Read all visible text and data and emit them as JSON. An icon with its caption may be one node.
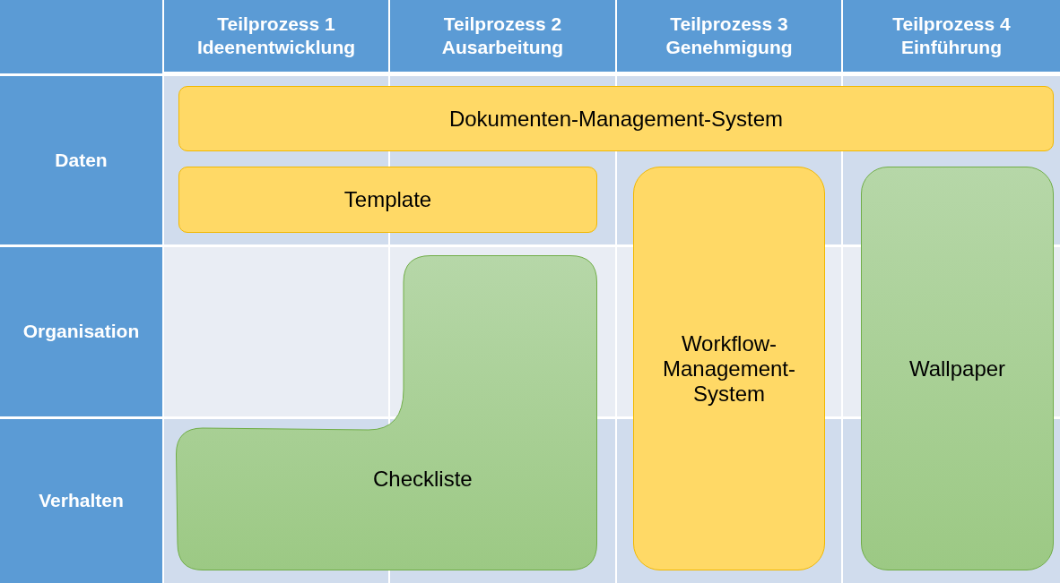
{
  "diagram": {
    "nodes": [
      {
        "text": [
          "Teilprozess 1 Ideenentwicklung"
        ]
      },
      {
        "text": [
          "Teilprozess 2 Ausarbeitung"
        ]
      },
      {
        "text": [
          "Teilprozess 3 Genehmigung"
        ]
      },
      {
        "text": [
          "Teilprozess 4 Einführung"
        ]
      },
      {
        "text": [
          "Daten"
        ]
      },
      {
        "text": [
          "Organisation"
        ]
      },
      {
        "text": [
          "Verhalten"
        ]
      },
      {
        "text": [
          "Dokumenten-Management-System"
        ]
      },
      {
        "text": [
          "Template"
        ]
      },
      {
        "text": [
          "Workflow-Management-System"
        ]
      },
      {
        "text": [
          "Wallpaper"
        ]
      },
      {
        "text": [
          "Checkliste"
        ]
      }
    ]
  }
}
